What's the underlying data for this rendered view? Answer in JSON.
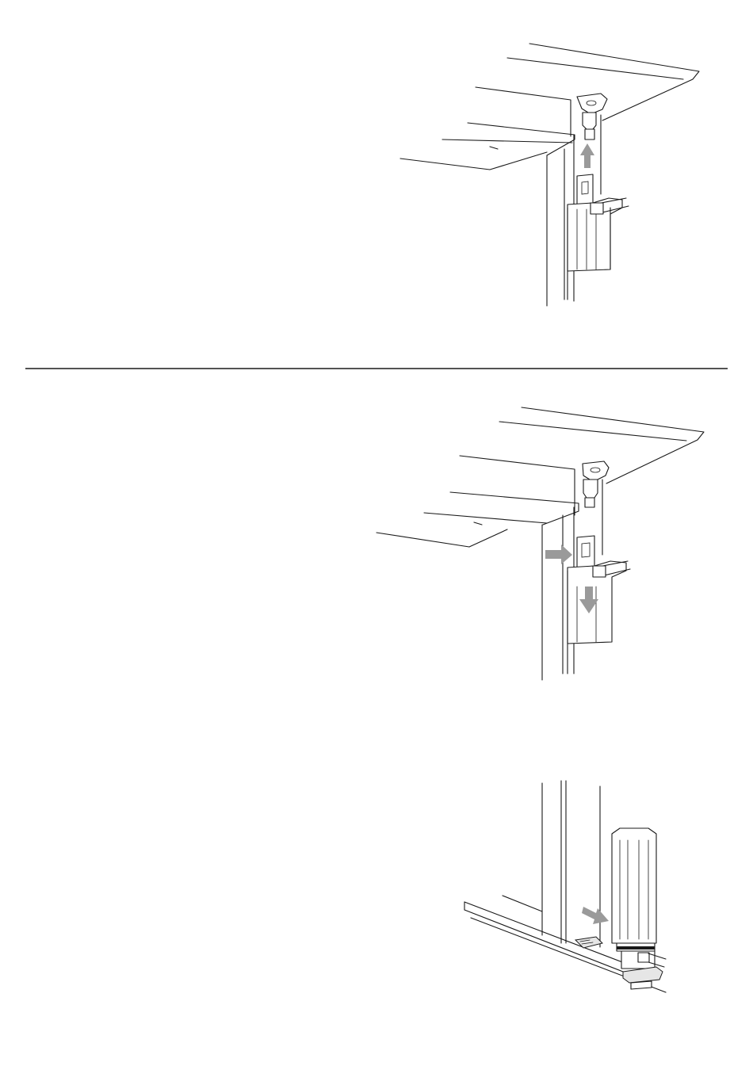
{
  "page": {
    "background": "#ffffff",
    "line_color": "#1a1a1a",
    "arrow_color": "#9a9a9a"
  },
  "figures": [
    {
      "id": "step-1",
      "arrows": [
        "arrow-up-icon"
      ]
    },
    {
      "id": "step-2",
      "arrows": [
        "arrow-right-icon",
        "arrow-down-icon"
      ]
    },
    {
      "id": "step-3",
      "arrows": [
        "arrow-right-icon"
      ]
    }
  ]
}
